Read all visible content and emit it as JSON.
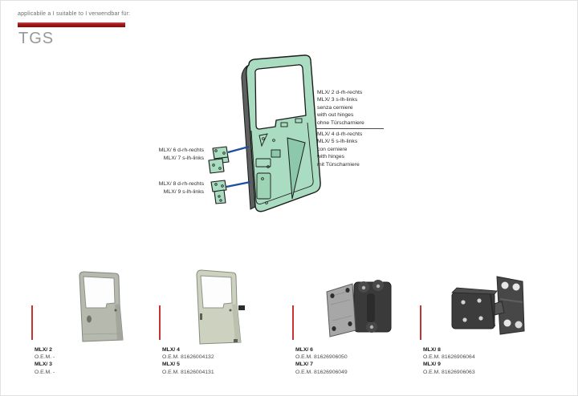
{
  "header": {
    "applicability": "applicabile a I suitable to I verwendbar für:",
    "model": "TGS",
    "accent_color": "#a51818"
  },
  "diagram": {
    "door_green": "#a9dcc0",
    "pointer_blue": "#1d4f9f",
    "left_labels": [
      {
        "lines": [
          "MLX/  6 d-rh-rechts",
          "MLX/  7 s-lh-links"
        ]
      },
      {
        "lines": [
          "MLX/  8 d-rh-rechts",
          "MLX/  9 s-lh-links"
        ]
      }
    ],
    "right_label": {
      "group1": [
        "MLX/  2 d-rh-rechts",
        "MLX/  3 s-lh-links",
        "senza cerniere",
        "with out hinges",
        "ohne Türscharniere"
      ],
      "group2": [
        "MLX/  4 d-rh-rechts",
        "MLX/  5 s-lh-links",
        "con cerniere",
        "with hinges",
        "mit Türscharniere"
      ]
    }
  },
  "products": [
    {
      "photo": "door-primer-photo",
      "items": [
        {
          "code": "MLX/ 2",
          "oem": "O.E.M. -"
        },
        {
          "code": "MLX/ 3",
          "oem": "O.E.M. -"
        }
      ]
    },
    {
      "photo": "door-light-photo",
      "items": [
        {
          "code": "MLX/ 4",
          "oem": "O.E.M. 81626004132"
        },
        {
          "code": "MLX/ 5",
          "oem": "O.E.M. 81626004131"
        }
      ]
    },
    {
      "photo": "door-hinge-photo-a",
      "items": [
        {
          "code": "MLX/ 6",
          "oem": "O.E.M. 81626906050"
        },
        {
          "code": "MLX/ 7",
          "oem": "O.E.M. 81626906049"
        }
      ]
    },
    {
      "photo": "door-hinge-photo-b",
      "items": [
        {
          "code": "MLX/ 8",
          "oem": "O.E.M. 81626906064"
        },
        {
          "code": "MLX/ 9",
          "oem": "O.E.M. 81626906063"
        }
      ]
    }
  ],
  "divider_red": "#c63333"
}
